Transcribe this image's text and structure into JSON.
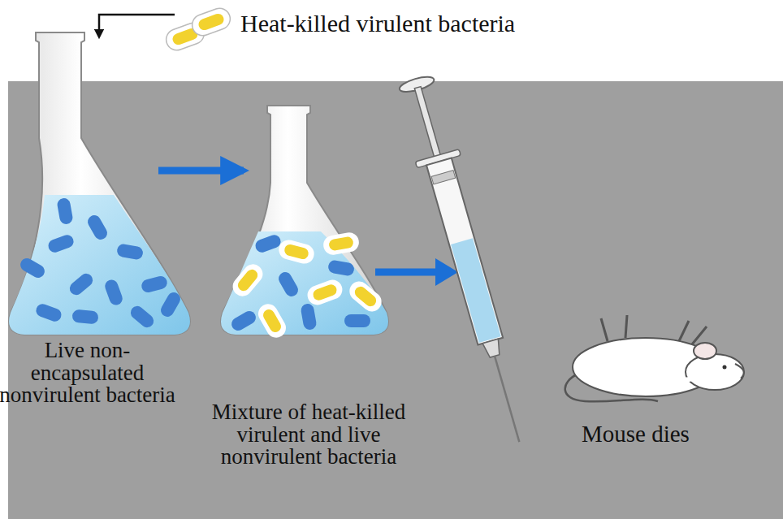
{
  "diagram": {
    "nodes": [
      {
        "text": [
          "Live non-encapsulated nonvirulent bacteria"
        ]
      },
      {
        "text": [
          "Mixture of heat-killed virulent and live nonvirulent bacteria"
        ]
      }
    ],
    "edges": [
      {
        "from": 0,
        "to": 1,
        "arrow": "to"
      }
    ],
    "labels": [
      "Heat-killed virulent bacteria",
      "Mouse dies"
    ]
  }
}
